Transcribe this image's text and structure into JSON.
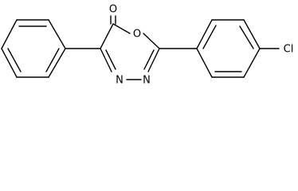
{
  "molecule": {
    "atoms": {
      "carbonyl_oxygen": "O",
      "ring_oxygen": "O",
      "nitrogen_left": "N",
      "nitrogen_right": "N",
      "chlorine": "Cl"
    },
    "colors": {
      "bond": "#000000",
      "label": "#000000",
      "background": "#ffffff"
    }
  }
}
